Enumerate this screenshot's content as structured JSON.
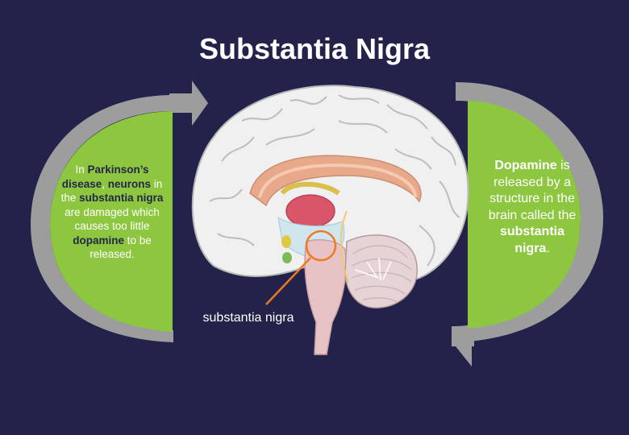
{
  "title": "Substantia Nigra",
  "left_panel": {
    "parts": [
      {
        "text": "In ",
        "bold": false
      },
      {
        "text": "Parkinson’s disease",
        "bold": true
      },
      {
        "text": ", ",
        "bold": false
      },
      {
        "text": "neurons",
        "bold": true
      },
      {
        "text": " in the ",
        "bold": false
      },
      {
        "text": "substantia nigra",
        "bold": true
      },
      {
        "text": " are damaged which causes too little ",
        "bold": false
      },
      {
        "text": "dopamine",
        "bold": true
      },
      {
        "text": " to be released.",
        "bold": false
      }
    ]
  },
  "right_panel": {
    "parts": [
      {
        "text": "Dopamine",
        "bold": true
      },
      {
        "text": " is released by a structure in the brain called the ",
        "bold": false
      },
      {
        "text": "substantia nigra",
        "bold": true
      },
      {
        "text": ".",
        "bold": false
      }
    ]
  },
  "brain_label": "substantia nigra",
  "colors": {
    "background": "#22224a",
    "panel_green": "#8dc63f",
    "arrow_gray": "#9d9d9d",
    "pointer": "#f07820"
  }
}
